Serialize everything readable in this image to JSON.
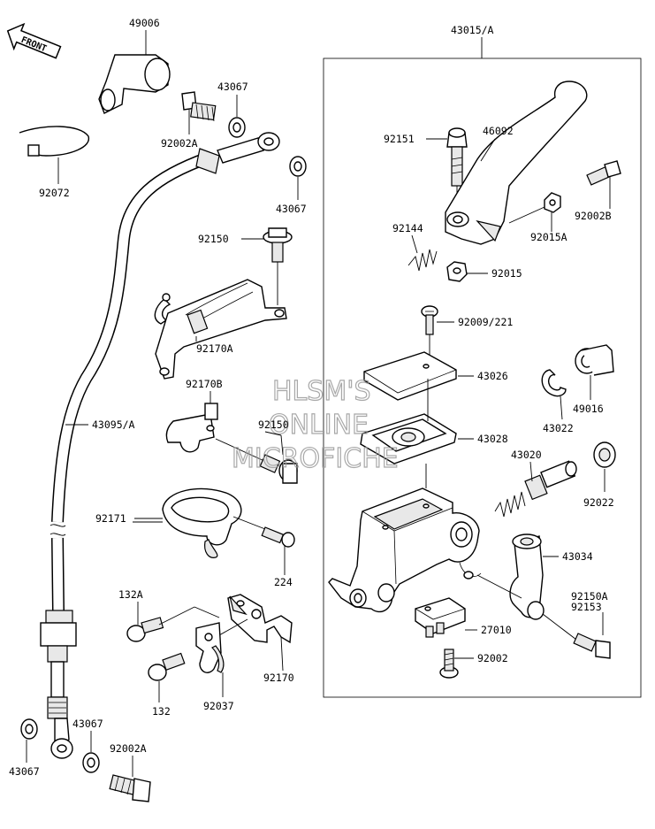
{
  "front_badge": "FRONT",
  "watermark": [
    "HLSM'S",
    "ONLINE",
    "MICROFICHE"
  ],
  "labels": {
    "p49006": "49006",
    "p43067_top": "43067",
    "p92002A_top": "92002A",
    "p92072": "92072",
    "p43067_mid": "43067",
    "p92150_a": "92150",
    "p92170A": "92170A",
    "p92170B": "92170B",
    "p43095A": "43095/A",
    "p92150_b": "92150",
    "p92171": "92171",
    "p224": "224",
    "p132A": "132A",
    "p132": "132",
    "p92037": "92037",
    "p92170": "92170",
    "p43067_bl": "43067",
    "p43067_bm": "43067",
    "p92002A_bot": "92002A",
    "p43015A": "43015/A",
    "p92151": "92151",
    "p46092": "46092",
    "p92002B": "92002B",
    "p92144": "92144",
    "p92015A": "92015A",
    "p92015": "92015",
    "p92009_221": "92009/221",
    "p43026": "43026",
    "p43022": "43022",
    "p49016": "49016",
    "p43028": "43028",
    "p43020": "43020",
    "p92022": "92022",
    "p43034": "43034",
    "p92150A": "92150A",
    "p92153": "92153",
    "p27010": "27010",
    "p92002": "92002"
  }
}
